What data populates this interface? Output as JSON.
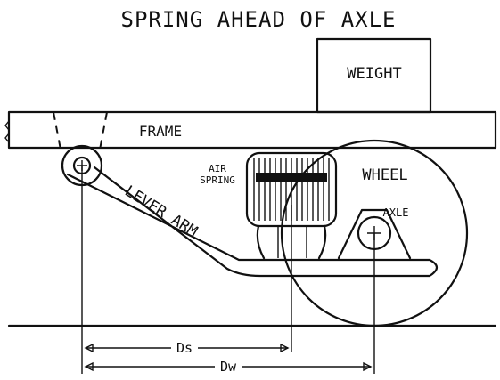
{
  "diagram": {
    "title": "SPRING AHEAD OF AXLE",
    "labels": {
      "weight": "WEIGHT",
      "frame": "FRAME",
      "air_spring_line1": "AIR",
      "air_spring_line2": "SPRING",
      "wheel": "WHEEL",
      "axle": "AXLE",
      "lever_arm": "LEVER ARM",
      "ds": "Ds",
      "dw": "Dw"
    }
  }
}
